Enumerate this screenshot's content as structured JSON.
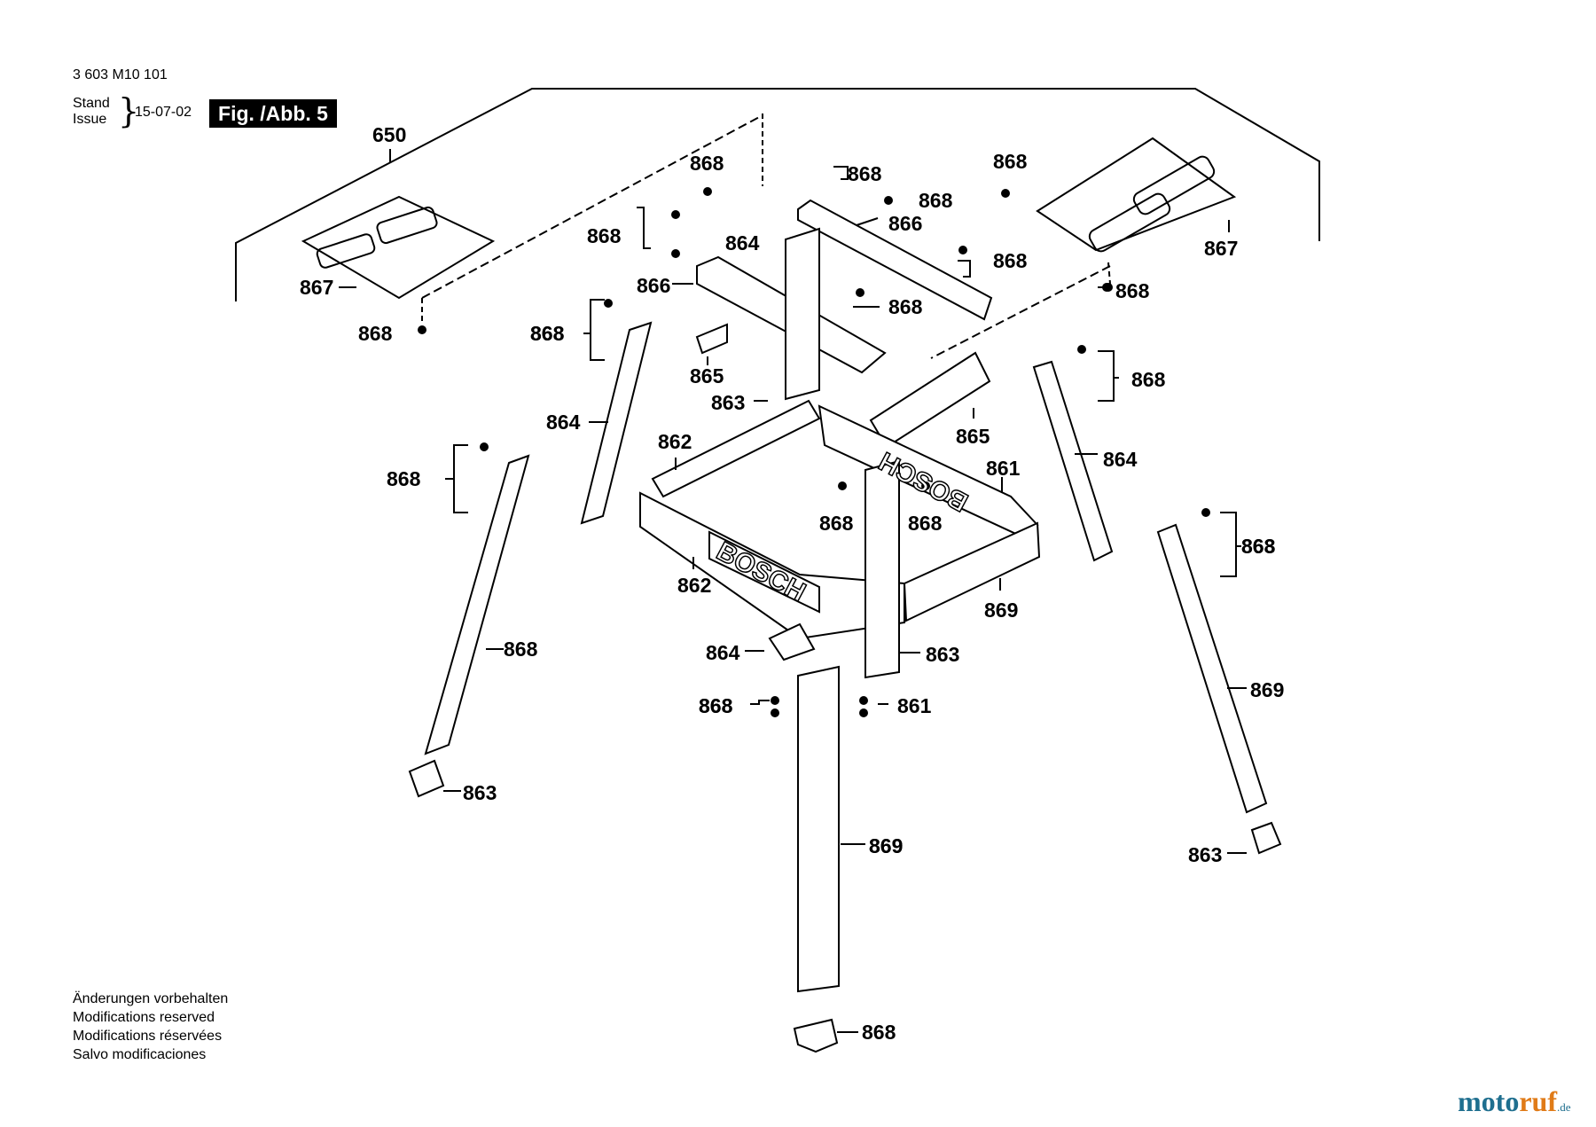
{
  "header": {
    "doc_id": "3 603 M10 101",
    "stand_label": "Stand",
    "issue_label": "Issue",
    "issue_date": "15-07-02",
    "figure_label": "Fig. /Abb. 5"
  },
  "footer": {
    "lines": [
      "Änderungen vorbehalten",
      "Modifications reserved",
      "Modifications réservées",
      "Salvo modificaciones"
    ]
  },
  "brand": {
    "name_a": "moto",
    "name_b": "ruf",
    "tld": ".de"
  },
  "diagram": {
    "logo_text": "BOSCH",
    "logo_text_mirrored": "BOSCH",
    "callouts": [
      "650",
      "868",
      "868",
      "868",
      "866",
      "868",
      "868",
      "864",
      "866",
      "867",
      "867",
      "868",
      "868",
      "868",
      "868",
      "868",
      "865",
      "863",
      "864",
      "862",
      "865",
      "861",
      "864",
      "868",
      "868",
      "868",
      "868",
      "868",
      "868",
      "861",
      "862",
      "869",
      "864",
      "863",
      "868",
      "868",
      "863",
      "869",
      "863",
      "869",
      "863",
      "869",
      "868",
      "868"
    ]
  }
}
